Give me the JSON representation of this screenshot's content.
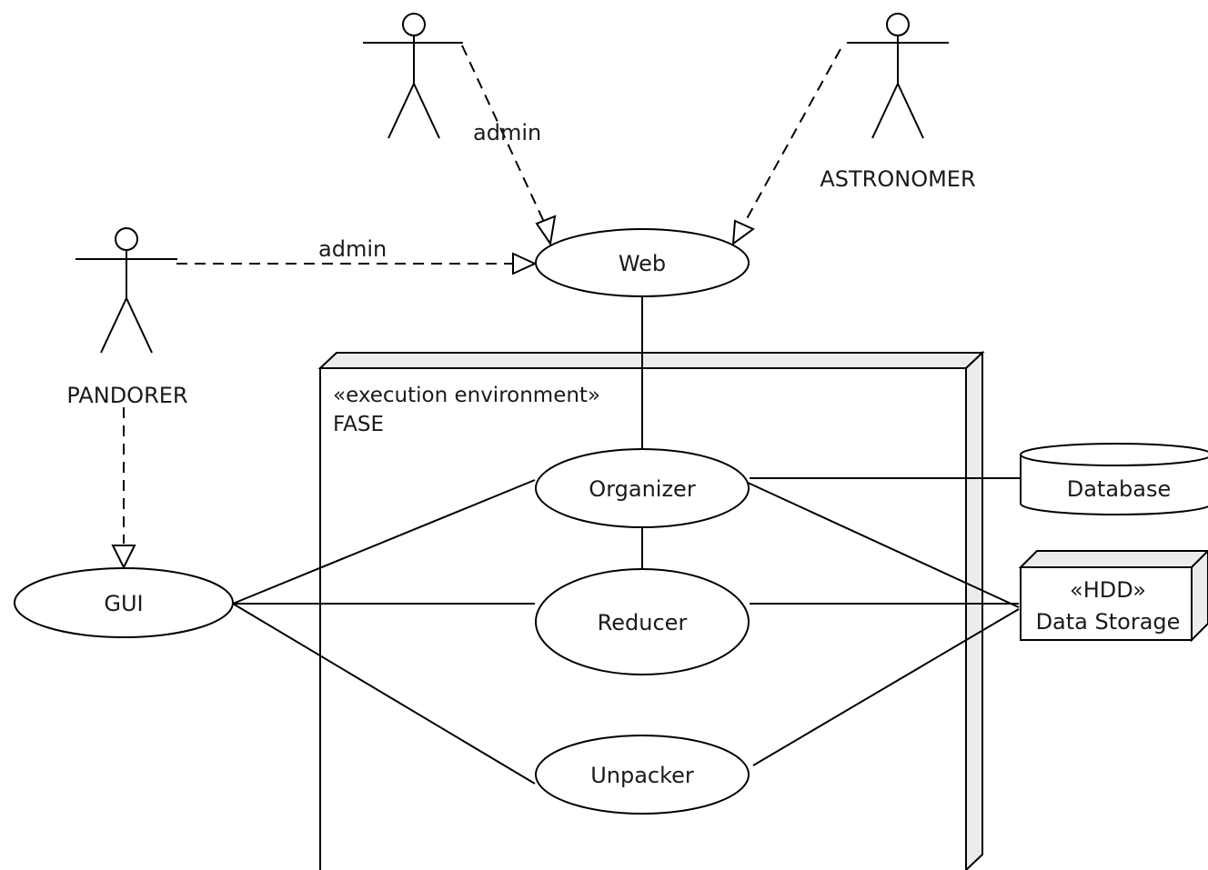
{
  "actors": {
    "admin_actor": {
      "name": ""
    },
    "astronomer": {
      "name": "ASTRONOMER"
    },
    "pandorer": {
      "name": "PANDORER"
    }
  },
  "edge_labels": {
    "top_admin": "admin",
    "left_admin": "admin"
  },
  "node": {
    "stereotype": "«execution environment»",
    "name": "FASE"
  },
  "use_cases": {
    "web": "Web",
    "gui": "GUI",
    "organizer": "Organizer",
    "reducer": "Reducer",
    "unpacker": "Unpacker"
  },
  "database": {
    "name": "Database"
  },
  "storage": {
    "stereotype": "«HDD»",
    "name": "Data Storage"
  },
  "colors": {
    "line": "#000000",
    "node_side": "#ececec",
    "background": "#ffffff"
  }
}
